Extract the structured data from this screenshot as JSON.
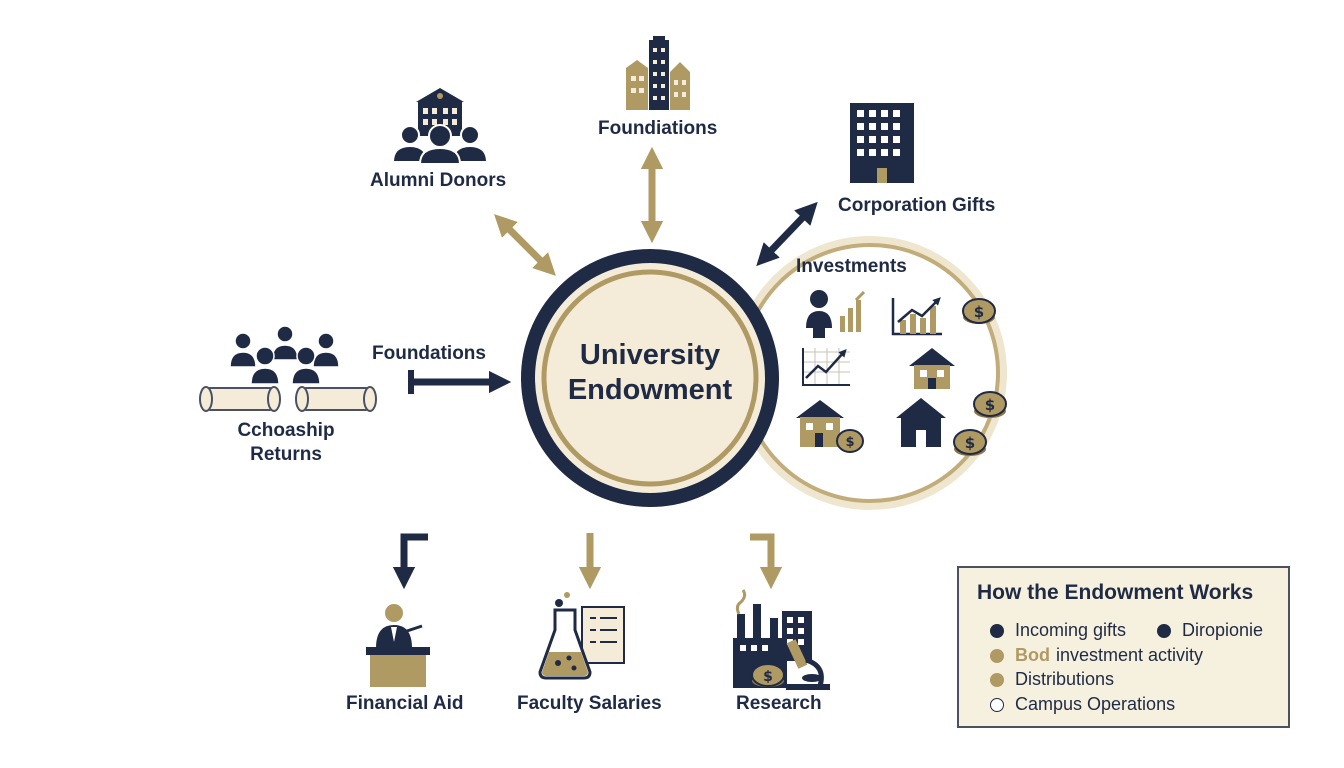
{
  "center": {
    "line1": "University",
    "line2": "Endowment"
  },
  "sources": {
    "alumni": "Alumni Donors",
    "foundations_top": "Foundiations",
    "corporation": "Corporation Gifts",
    "foundations_left": "Foundations",
    "scholarship_line1": "Cchoaship",
    "scholarship_line2": "Returns"
  },
  "investments": {
    "title": "Investments"
  },
  "distributions": {
    "financial_aid": "Financial Aid",
    "faculty": "Faculty Salaries",
    "research": "Research"
  },
  "legend": {
    "title": "How the Endowment Works",
    "items": [
      {
        "label": "Incoming gifts",
        "color": "#1f2a44"
      },
      {
        "label": "Diropionie",
        "color": "#1f2a44"
      },
      {
        "bold": "Bod",
        "label": "investment activity",
        "color": "#b09a63"
      },
      {
        "label": "Distributions",
        "color": "#b09a63"
      },
      {
        "label": "Campus Operations",
        "color": "#ffffff"
      }
    ]
  },
  "colors": {
    "navy": "#1f2a44",
    "gold": "#b09a63",
    "cream": "#f4ecd8"
  },
  "icons": [
    "building-icon",
    "people-icon",
    "skyscraper-icon",
    "scroll-icon",
    "chart-icon",
    "house-icon",
    "coin-icon",
    "lectern-icon",
    "flask-icon",
    "factory-icon",
    "microscope-icon"
  ]
}
